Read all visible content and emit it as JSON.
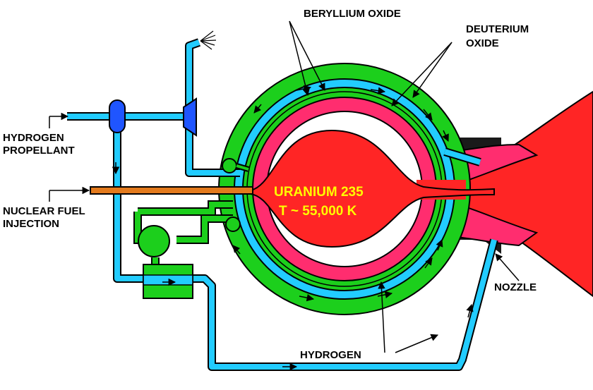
{
  "labels": {
    "beryllium_oxide": "BERYLLIUM OXIDE",
    "deuterium_oxide_line1": "DEUTERIUM",
    "deuterium_oxide_line2": "OXIDE",
    "hydrogen_propellant_line1": "HYDROGEN",
    "hydrogen_propellant_line2": "PROPELLANT",
    "nuclear_fuel_line1": "NUCLEAR FUEL",
    "nuclear_fuel_line2": "INJECTION",
    "core_line1": "URANIUM 235",
    "core_line2": "T ~ 55,000 K",
    "nozzle": "NOZZLE",
    "hydrogen": "HYDROGEN"
  },
  "colors": {
    "moderator_green": "#1ccf1c",
    "dark_green": "#0d8a0d",
    "hydrogen_blue": "#22ccff",
    "valve_blue": "#1f55ff",
    "liner_pink": "#ff2d6f",
    "plasma_red": "#ff2525",
    "fuel_orange": "#e37a1d",
    "text_yellow": "#ffff00"
  }
}
